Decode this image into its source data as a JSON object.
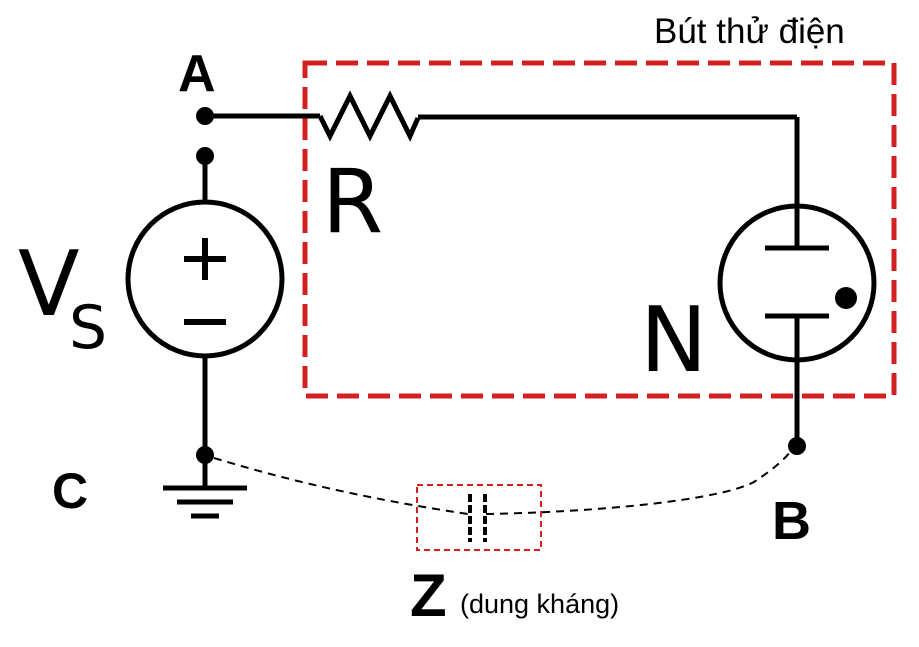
{
  "colors": {
    "wire": "#000000",
    "dash_box": "#d42020"
  },
  "nodes": {
    "a": "A",
    "b": "B",
    "c": "C"
  },
  "components": {
    "resistor": "R",
    "source": {
      "v": "V",
      "sub": "S"
    },
    "lamp": "N",
    "impedance": {
      "z": "Z",
      "desc": "(dung kháng)"
    }
  },
  "box_title": "Bút thử điện"
}
